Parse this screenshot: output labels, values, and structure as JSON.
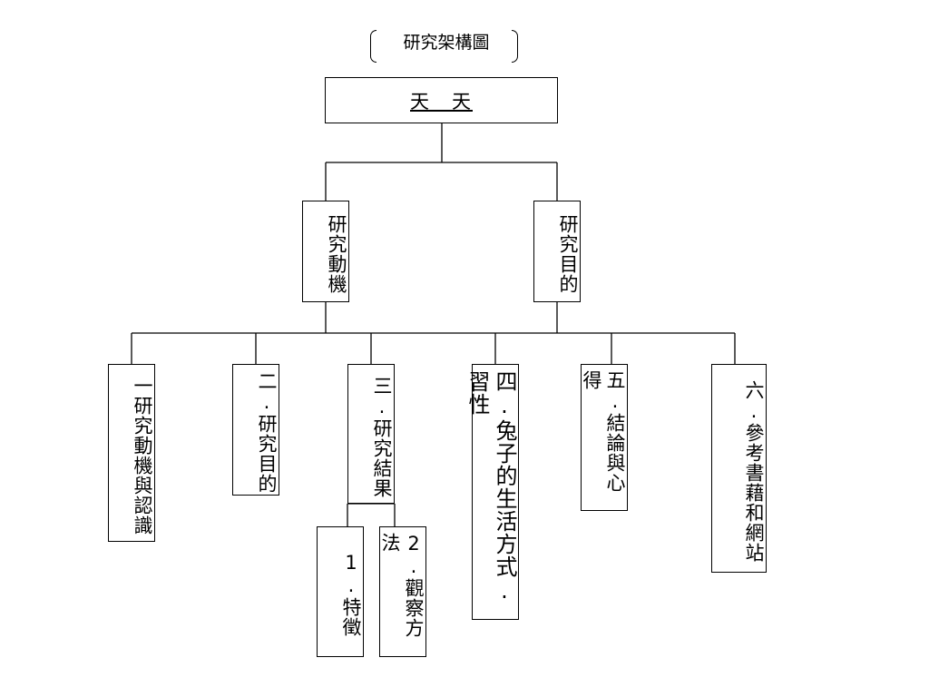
{
  "title": "研究架構圖",
  "root": "天　天",
  "branches": {
    "motive": "研究動機",
    "purpose": "研究目的"
  },
  "chapters": [
    "一研究動機與認識",
    "二.研究目的",
    "三.研究結果",
    "四.兔子的生活方式.習性",
    "五.結論與心得",
    "六.參考書藉和網站"
  ],
  "results": [
    "1.特徵",
    "2.觀察方法"
  ]
}
